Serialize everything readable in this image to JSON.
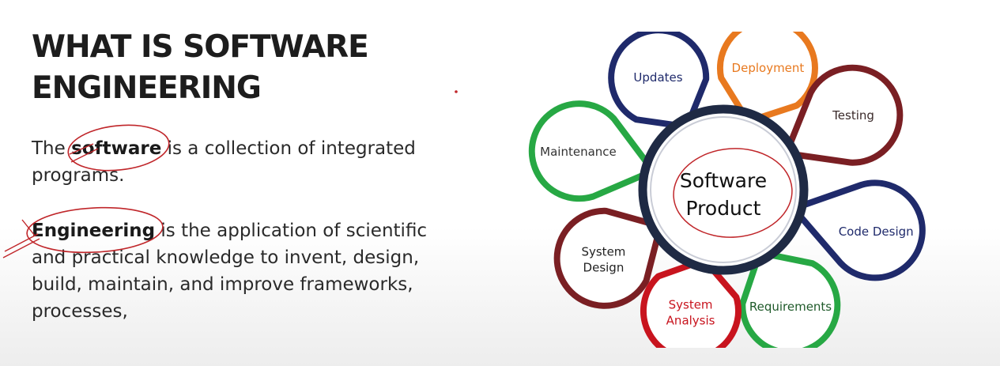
{
  "slide": {
    "title_line1": "WHAT IS SOFTWARE",
    "title_line2": "ENGINEERING",
    "para1": {
      "lead": "The ",
      "term": "software",
      "rest": " is a collection of integrated programs."
    },
    "para2": {
      "term": "Engineering",
      "rest": " is the application of scientific and practical knowledge to invent, design, build, maintain, and improve frameworks, processes,"
    }
  },
  "diagram": {
    "center": {
      "line1": "Software",
      "line2": "Product"
    },
    "petals": [
      {
        "id": "updates",
        "lines": [
          "Updates"
        ],
        "color": "#1f2a6b",
        "text_color": "#1f2a6b"
      },
      {
        "id": "deployment",
        "lines": [
          "Deployment"
        ],
        "color": "#e8791f",
        "text_color": "#e8791f"
      },
      {
        "id": "testing",
        "lines": [
          "Testing"
        ],
        "color": "#7a1f23",
        "text_color": "#3a2a2a"
      },
      {
        "id": "code-design",
        "lines": [
          "Code Design"
        ],
        "color": "#1f2a6b",
        "text_color": "#1f2a6b"
      },
      {
        "id": "requirements",
        "lines": [
          "Requirements"
        ],
        "color": "#27a844",
        "text_color": "#1f5a2a"
      },
      {
        "id": "system-analysis",
        "lines": [
          "System",
          "Analysis"
        ],
        "color": "#c8141e",
        "text_color": "#c8141e"
      },
      {
        "id": "system-design",
        "lines": [
          "System",
          "Design"
        ],
        "color": "#7a1f23",
        "text_color": "#222222"
      },
      {
        "id": "maintenance",
        "lines": [
          "Maintenance"
        ],
        "color": "#27a844",
        "text_color": "#333333"
      }
    ],
    "center_ring_color": "#1f2a44"
  }
}
